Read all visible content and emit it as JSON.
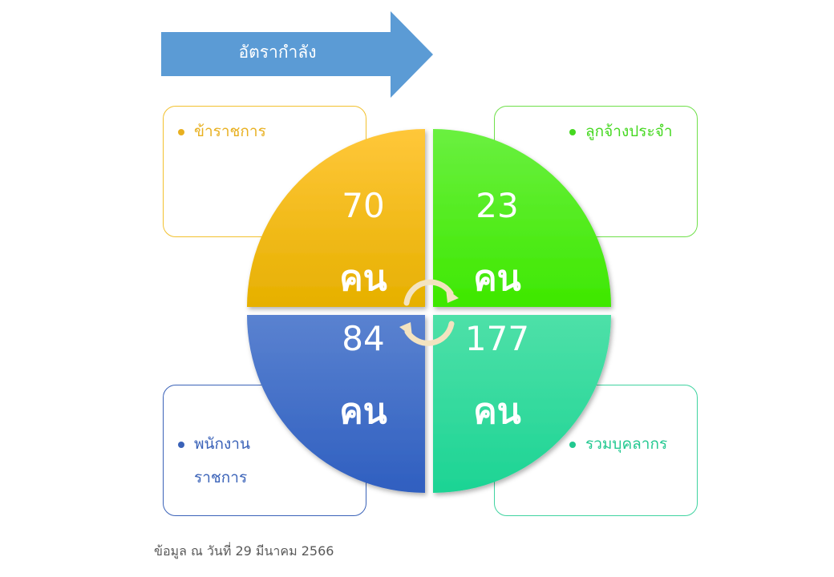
{
  "title": "อัตรากำลัง",
  "quadrants": [
    {
      "label": "ข้าราชการ",
      "value": "70",
      "unit": "คน",
      "color": "#ffc000"
    },
    {
      "label": "ลูกจ้างประจำ",
      "value": "23",
      "unit": "คน",
      "color": "#4ee81a"
    },
    {
      "label_line1": "พนักงาน",
      "label_line2": "ราชการ",
      "value": "84",
      "unit": "คน",
      "color": "#3565c4"
    },
    {
      "label": "รวมบุคลากร",
      "value": "177",
      "unit": "คน",
      "color": "#22d69a"
    }
  ],
  "footer": "ข้อมูล  ณ  วันที่ 29 มีนาคม 2566"
}
